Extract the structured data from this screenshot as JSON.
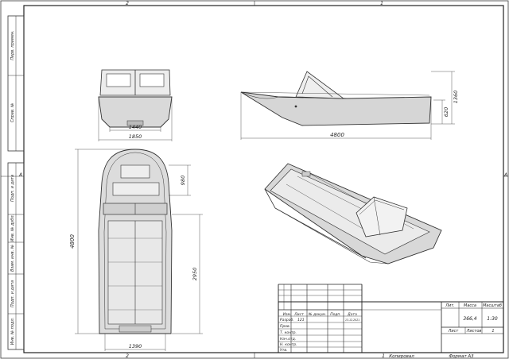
{
  "zone_labels": {
    "top_left": "2",
    "top_right": "1",
    "left_A": "A",
    "right_A": "A",
    "bottom_left": "2",
    "bottom_right": "1"
  },
  "side_column": [
    "Перв. примен.",
    "Справ. №",
    "Подп. и дата",
    "Инв. № дубл.",
    "Взам. инв. №",
    "Подп. и дата",
    "Инв. № подл."
  ],
  "dimensions": {
    "front_inner_width": "1440",
    "front_outer_width": "1850",
    "side_length": "4800",
    "side_height": "1360",
    "side_transom": "620",
    "plan_length": "4800",
    "plan_cabin": "980",
    "plan_floor": "2950",
    "plan_bottom_width": "1390"
  },
  "title_block": {
    "headers": [
      "Изм.",
      "Лист",
      "№ докум.",
      "Подп.",
      "Дата"
    ],
    "row1": {
      "role": "Разраб.",
      "value": "121",
      "date": "13.12.2021"
    },
    "roles": [
      "Пров.",
      "Т. контр.",
      "Нач.отд.",
      "Н. контр.",
      "Утв."
    ],
    "lit_label": "Лит.",
    "mass_label": "Масса",
    "scale_label": "Масштаб",
    "mass_value": "366,4",
    "scale_value": "1:30",
    "sheet_label": "Лист",
    "sheets_label": "Листов",
    "sheets_value": "1"
  },
  "footer": {
    "copied": "Копировал",
    "format": "Формат А3"
  }
}
